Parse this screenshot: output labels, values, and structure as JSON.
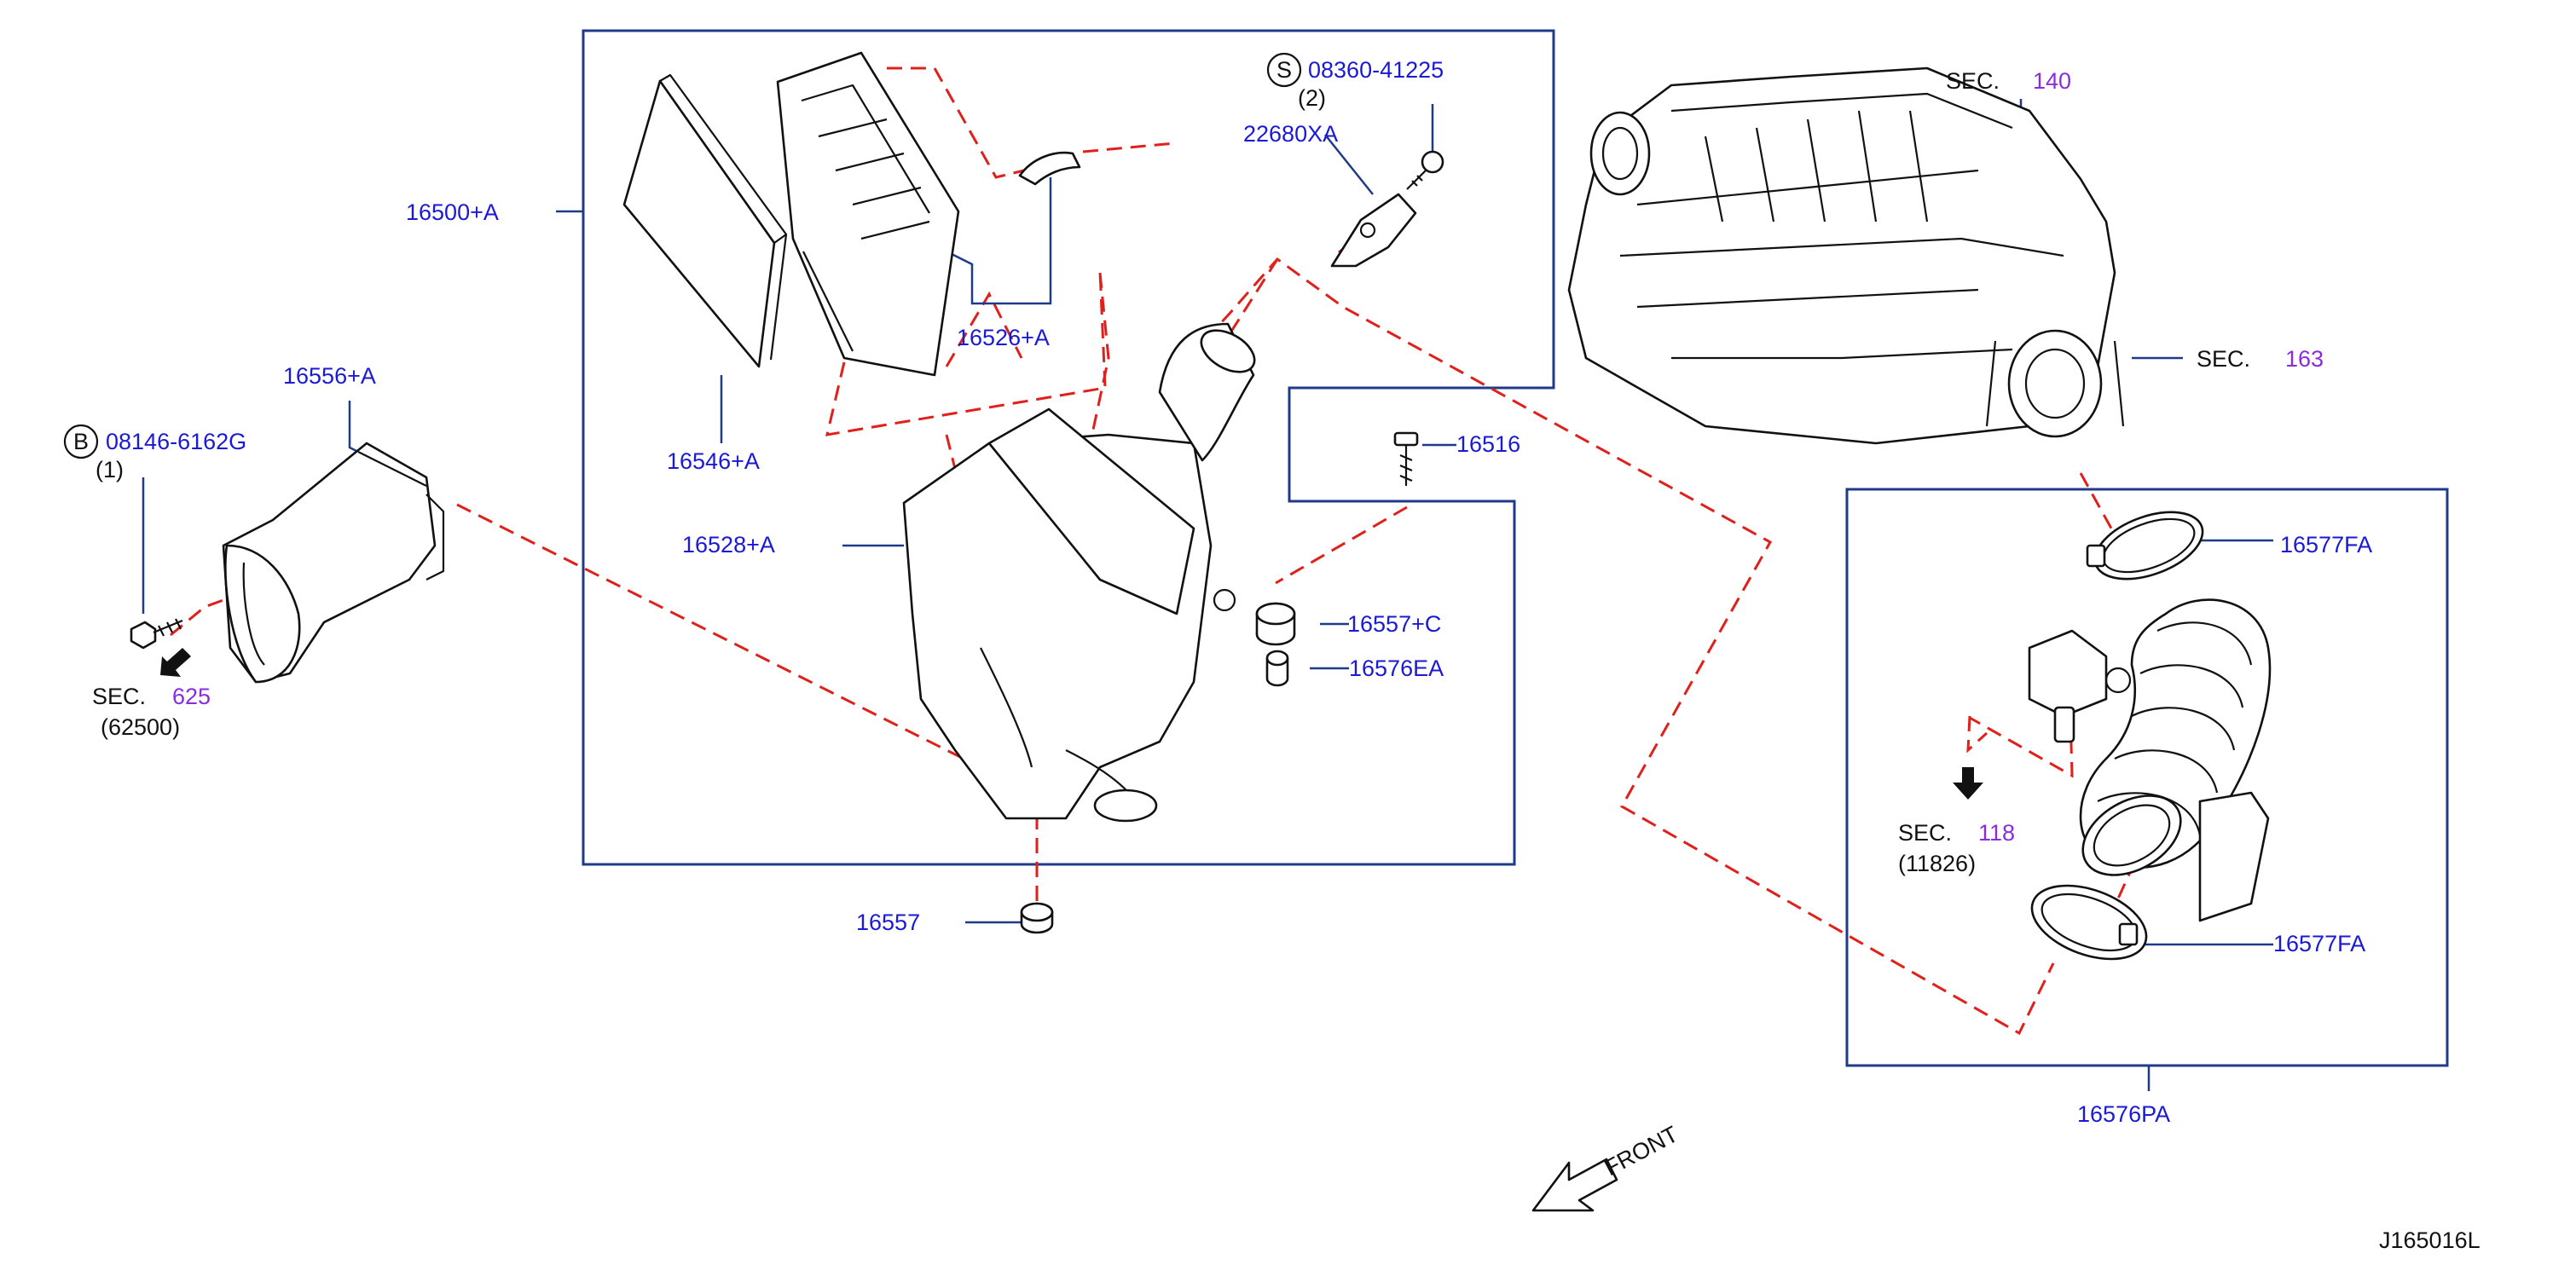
{
  "diagram_id": "J165016L",
  "front_label": "FRONT",
  "colors": {
    "callout": "#1a1ad6",
    "section_ref": "#8a2be2",
    "dashed_guide": "#e0201b",
    "frame": "#1f3a8a"
  },
  "parts": {
    "p16500a": "16500+A",
    "p16546a": "16546+A",
    "p16526a": "16526+A",
    "p22680xa": "22680XA",
    "p08360": "08360-41225",
    "p08360_prefix": "S",
    "p08360_qty": "(2)",
    "p16528a": "16528+A",
    "p16516": "16516",
    "p16557c": "16557+C",
    "p16576ea": "16576EA",
    "p16557": "16557",
    "p16556a": "16556+A",
    "p08146": "08146-6162G",
    "p08146_prefix": "B",
    "p08146_qty": "(1)",
    "p16577fa_top": "16577FA",
    "p16577fa_bottom": "16577FA",
    "p16576pa": "16576PA"
  },
  "sections": {
    "sec140": {
      "prefix": "SEC.",
      "num": "140"
    },
    "sec163": {
      "prefix": "SEC.",
      "num": "163"
    },
    "sec625": {
      "prefix": "SEC.",
      "num": "625",
      "sub": "(62500)"
    },
    "sec118": {
      "prefix": "SEC.",
      "num": "118",
      "sub": "(11826)"
    }
  }
}
